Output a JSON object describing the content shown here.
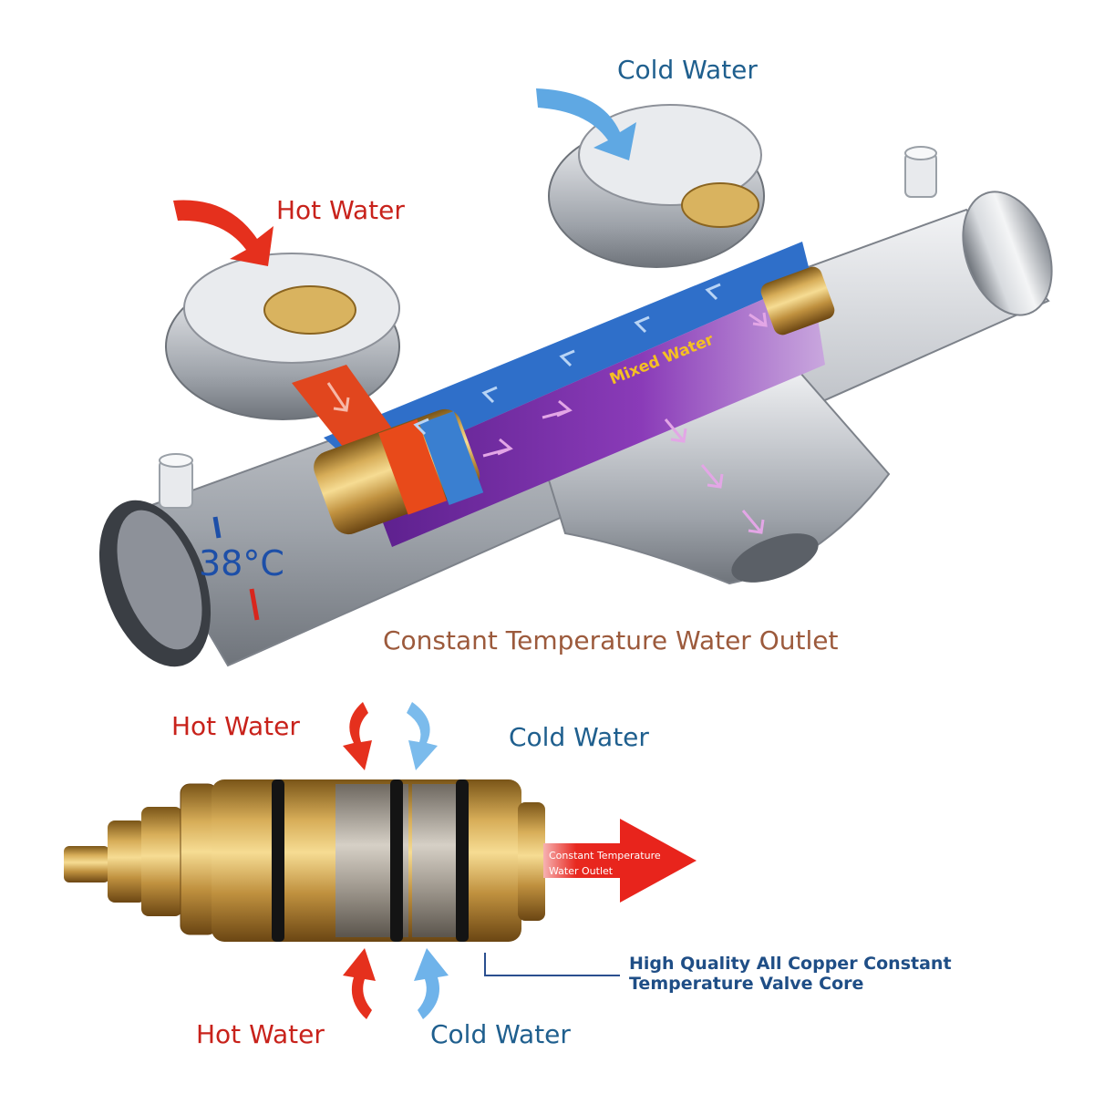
{
  "labels": {
    "cold_water_top": "Cold Water",
    "hot_water_top": "Hot Water",
    "mixed_water": "Mixed Water",
    "temperature": "38°C",
    "constant_outlet": "Constant Temperature Water Outlet",
    "hot_water_mid": "Hot Water",
    "cold_water_mid": "Cold Water",
    "core_outlet": "Constant Temperature Water Outlet",
    "core_description": "High Quality All Copper Constant Temperature Valve Core",
    "hot_water_bottom": "Hot Water",
    "cold_water_bottom": "Cold Water"
  },
  "colors": {
    "hot": "#c8221b",
    "cold": "#1f5f8e",
    "mixed": "#7b2aa6",
    "brass": "#c9a04a",
    "chrome": "#b8bcc2",
    "outlet_text": "#9c5a3c"
  }
}
